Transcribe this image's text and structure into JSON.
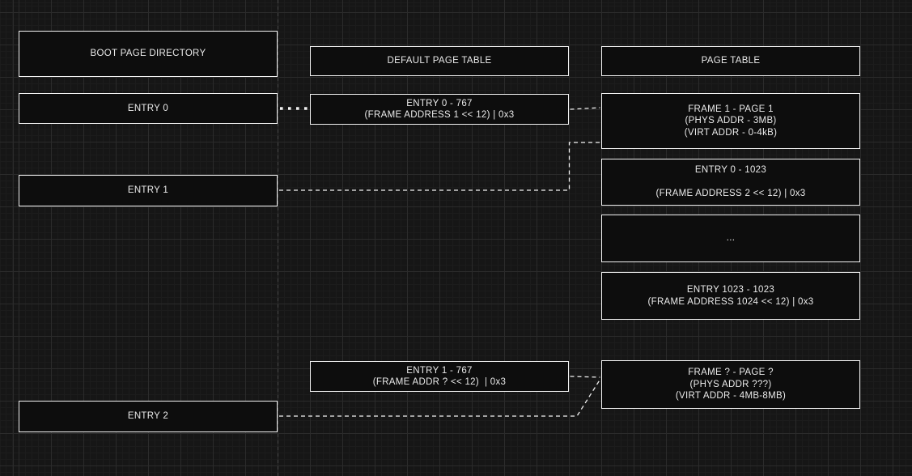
{
  "colors": {
    "background": "#161616",
    "box-fill": "#0d0d0d",
    "box-border": "#f2f2f2",
    "text": "#eaeaea",
    "connector": "#f2f2f2",
    "guide-line": "#4a4a4a",
    "grid-major": "#2b2b2b",
    "grid-minor": "#1c1c1c"
  },
  "boxes": {
    "boot_header": {
      "lines": [
        "BOOT PAGE DIRECTORY"
      ]
    },
    "entry0": {
      "lines": [
        "ENTRY 0"
      ]
    },
    "entry1": {
      "lines": [
        "ENTRY 1"
      ]
    },
    "entry2": {
      "lines": [
        "ENTRY 2"
      ]
    },
    "default_header": {
      "lines": [
        "DEFAULT PAGE TABLE"
      ]
    },
    "entry0_767": {
      "lines": [
        "ENTRY 0 - 767",
        "(FRAME ADDRESS 1 << 12) | 0x3"
      ]
    },
    "entry1_767": {
      "lines": [
        "ENTRY 1 - 767",
        "(FRAME ADDR ? << 12)  | 0x3"
      ]
    },
    "page_header": {
      "lines": [
        "PAGE TABLE"
      ]
    },
    "frame1": {
      "lines": [
        "FRAME 1 - PAGE 1",
        "(PHYS ADDR - 3MB)",
        "(VIRT ADDR - 0-4kB)"
      ]
    },
    "entry0_1023": {
      "lines": [
        "ENTRY 0 - 1023",
        "",
        "(FRAME ADDRESS 2 << 12) | 0x3"
      ]
    },
    "ellipsis": {
      "lines": [
        "..."
      ]
    },
    "entry1023_1023": {
      "lines": [
        "ENTRY 1023 - 1023",
        "(FRAME ADDRESS 1024 << 12) | 0x3"
      ]
    },
    "frame_q": {
      "lines": [
        "FRAME ? - PAGE ?",
        "(PHYS ADDR ???)",
        "(VIRT ADDR - 4MB-8MB)"
      ]
    }
  }
}
